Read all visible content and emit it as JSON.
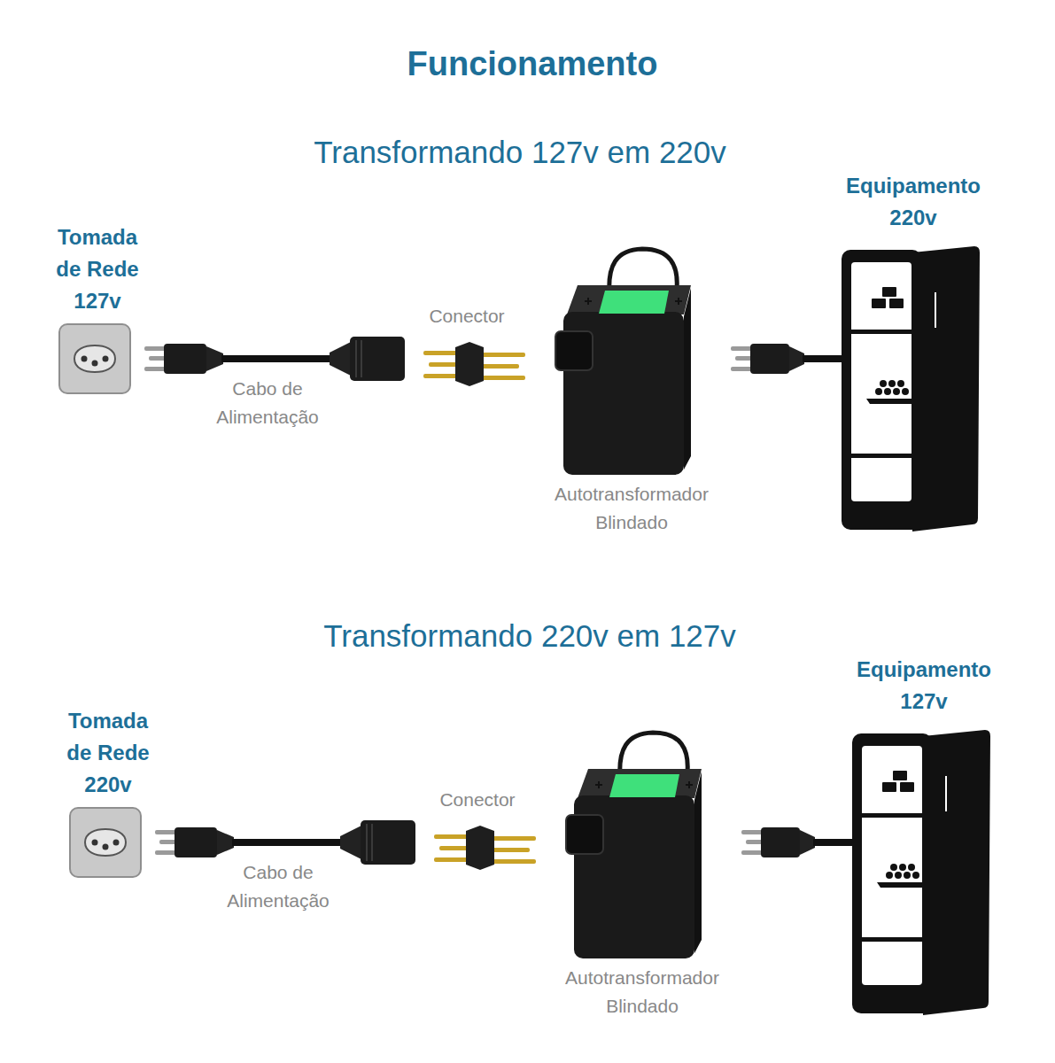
{
  "diagram": {
    "title": "Funcionamento",
    "nodes": [
      {
        "text": [
          "Tomada de Rede 127v"
        ]
      },
      {
        "text": [
          "Cabo de Alimentação"
        ]
      },
      {
        "text": [
          "Conector"
        ]
      },
      {
        "text": [
          "Autotransformador Blindado"
        ]
      },
      {
        "text": [
          "Equipamento 220v"
        ]
      },
      {
        "text": [
          "Tomada de Rede 220v"
        ]
      },
      {
        "text": [
          "Cabo de Alimentação"
        ]
      },
      {
        "text": [
          "Conector"
        ]
      },
      {
        "text": [
          "Autotransformador Blindado"
        ]
      },
      {
        "text": [
          "Equipamento 127v"
        ]
      }
    ],
    "labels": [
      "Transformando 127v em 220v",
      "Transformando 220v em 127v"
    ]
  }
}
